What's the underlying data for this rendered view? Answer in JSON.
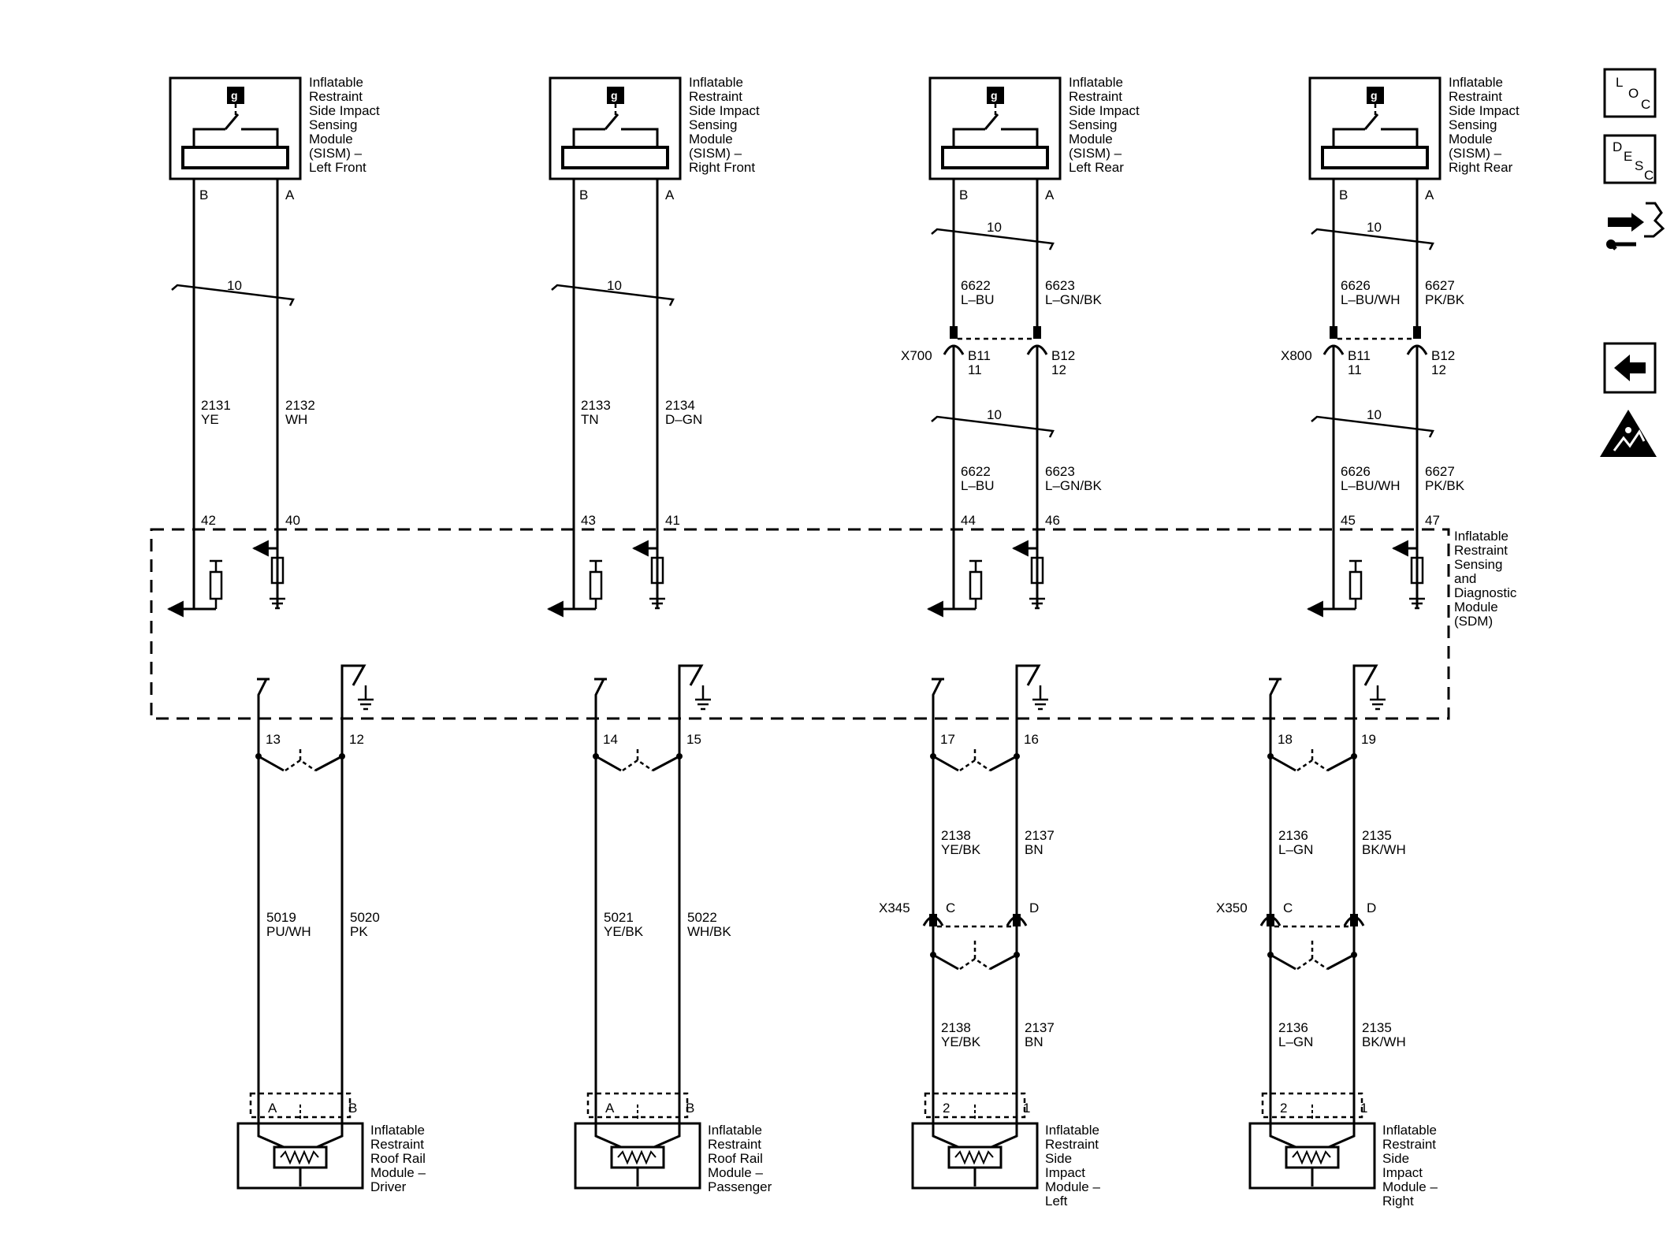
{
  "sism_modules": [
    {
      "label": [
        "Inflatable",
        "Restraint",
        "Side Impact",
        "Sensing",
        "Module",
        "(SISM) –",
        "Left Front"
      ],
      "pin_b": "B",
      "pin_a": "A",
      "twist": "10",
      "wire_b": [
        "2131",
        "YE"
      ],
      "wire_a": [
        "2132",
        "WH"
      ],
      "sdm_pin_b": "42",
      "sdm_pin_a": "40"
    },
    {
      "label": [
        "Inflatable",
        "Restraint",
        "Side Impact",
        "Sensing",
        "Module",
        "(SISM) –",
        "Right Front"
      ],
      "pin_b": "B",
      "pin_a": "A",
      "twist": "10",
      "wire_b": [
        "2133",
        "TN"
      ],
      "wire_a": [
        "2134",
        "D–GN"
      ],
      "sdm_pin_b": "43",
      "sdm_pin_a": "41"
    },
    {
      "label": [
        "Inflatable",
        "Restraint",
        "Side Impact",
        "Sensing",
        "Module",
        "(SISM) –",
        "Left Rear"
      ],
      "pin_b": "B",
      "pin_a": "A",
      "twist": "10",
      "upper_b": [
        "6622",
        "L–BU"
      ],
      "upper_a": [
        "6623",
        "L–GN/BK"
      ],
      "connector": "X700",
      "conn_b": [
        "B11",
        "11"
      ],
      "conn_a": [
        "B12",
        "12"
      ],
      "twist2": "10",
      "lower_b": [
        "6622",
        "L–BU"
      ],
      "lower_a": [
        "6623",
        "L–GN/BK"
      ],
      "sdm_pin_b": "44",
      "sdm_pin_a": "46"
    },
    {
      "label": [
        "Inflatable",
        "Restraint",
        "Side Impact",
        "Sensing",
        "Module",
        "(SISM) –",
        "Right Rear"
      ],
      "pin_b": "B",
      "pin_a": "A",
      "twist": "10",
      "upper_b": [
        "6626",
        "L–BU/WH"
      ],
      "upper_a": [
        "6627",
        "PK/BK"
      ],
      "connector": "X800",
      "conn_b": [
        "B11",
        "11"
      ],
      "conn_a": [
        "B12",
        "12"
      ],
      "twist2": "10",
      "lower_b": [
        "6626",
        "L–BU/WH"
      ],
      "lower_a": [
        "6627",
        "PK/BK"
      ],
      "sdm_pin_b": "45",
      "sdm_pin_a": "47"
    }
  ],
  "sdm": {
    "label": [
      "Inflatable",
      "Restraint",
      "Sensing",
      "and",
      "Diagnostic",
      "Module",
      "(SDM)"
    ]
  },
  "bottom_modules": [
    {
      "sdm_pins": [
        "13",
        "12"
      ],
      "wire_left": [
        "5019",
        "PU/WH"
      ],
      "wire_right": [
        "5020",
        "PK"
      ],
      "pins": [
        "A",
        "B"
      ],
      "label": [
        "Inflatable",
        "Restraint",
        "Roof Rail",
        "Module –",
        "Driver"
      ]
    },
    {
      "sdm_pins": [
        "14",
        "15"
      ],
      "wire_left": [
        "5021",
        "YE/BK"
      ],
      "wire_right": [
        "5022",
        "WH/BK"
      ],
      "pins": [
        "A",
        "B"
      ],
      "label": [
        "Inflatable",
        "Restraint",
        "Roof Rail",
        "Module –",
        "Passenger"
      ]
    },
    {
      "sdm_pins": [
        "17",
        "16"
      ],
      "wire_left": [
        "2138",
        "YE/BK"
      ],
      "wire_right": [
        "2137",
        "BN"
      ],
      "connector": "X345",
      "conn_pins": [
        "C",
        "D"
      ],
      "wire_left2": [
        "2138",
        "YE/BK"
      ],
      "wire_right2": [
        "2137",
        "BN"
      ],
      "pins": [
        "2",
        "1"
      ],
      "label": [
        "Inflatable",
        "Restraint",
        "Side",
        "Impact",
        "Module –",
        "Left"
      ]
    },
    {
      "sdm_pins": [
        "18",
        "19"
      ],
      "wire_left": [
        "2136",
        "L–GN"
      ],
      "wire_right": [
        "2135",
        "BK/WH"
      ],
      "connector": "X350",
      "conn_pins": [
        "C",
        "D"
      ],
      "wire_left2": [
        "2136",
        "L–GN"
      ],
      "wire_right2": [
        "2135",
        "BK/WH"
      ],
      "pins": [
        "2",
        "1"
      ],
      "label": [
        "Inflatable",
        "Restraint",
        "Side",
        "Impact",
        "Module –",
        "Right"
      ]
    }
  ],
  "sidebar": {
    "loc": [
      "L",
      "O",
      "C"
    ],
    "desc": [
      "D",
      "E",
      "S",
      "C"
    ],
    "icons": [
      "loc-icon",
      "desc-icon",
      "connector-tool-icon",
      "back-arrow-icon",
      "esd-warning-icon"
    ]
  },
  "module_glyph": "g"
}
